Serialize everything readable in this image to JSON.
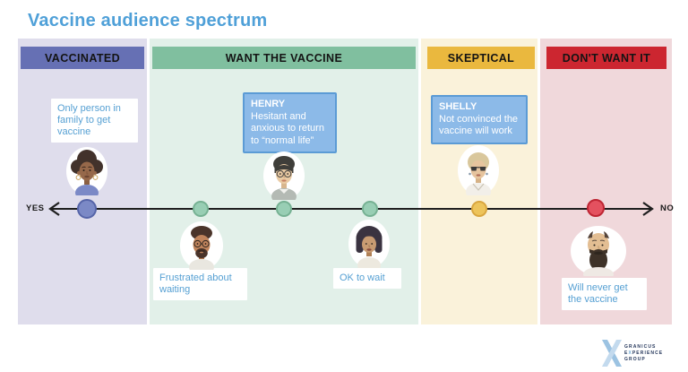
{
  "title": "Vaccine audience spectrum",
  "axis": {
    "yes": "YES",
    "no": "NO"
  },
  "columns": [
    {
      "label": "VACCINATED",
      "header_bg": "#6670B4",
      "bg": "#DFDDEC"
    },
    {
      "label": "WANT THE VACCINE",
      "header_bg": "#80BF9F",
      "bg": "#E2F0E9"
    },
    {
      "label": "SKEPTICAL",
      "header_bg": "#EAB83E",
      "bg": "#FAF2DA"
    },
    {
      "label": "DON'T WANT IT",
      "header_bg": "#CC2630",
      "bg": "#F0D8DB"
    }
  ],
  "personas": {
    "vaccinated_note": "Only person in family to get vaccine",
    "frustrated_note": "Frustrated about waiting",
    "ok_note": "OK to wait",
    "never_note": "Will never get the vaccine",
    "henry": {
      "name": "HENRY",
      "desc": "Hesitant and anxious to return to “normal life”"
    },
    "shelly": {
      "name": "SHELLY",
      "desc": "Not convinced the vaccine will work"
    }
  },
  "colors": {
    "title": "#4FA0D8",
    "note_text": "#56A0D3",
    "callout_bg": "#8CBAE8",
    "callout_border": "#5B9BD5",
    "dot_vaccinated": "#7B89C6",
    "dot_want": "#98CEB4",
    "dot_skeptical": "#EDC45B",
    "dot_no": "#E4515F",
    "axis_line": "#1E1E1E"
  },
  "logo": {
    "line1": "GRANICUS",
    "line2_pre": "E",
    "line2_x": "X",
    "line2_post": "PERIENCE",
    "line3": "GROUP"
  }
}
